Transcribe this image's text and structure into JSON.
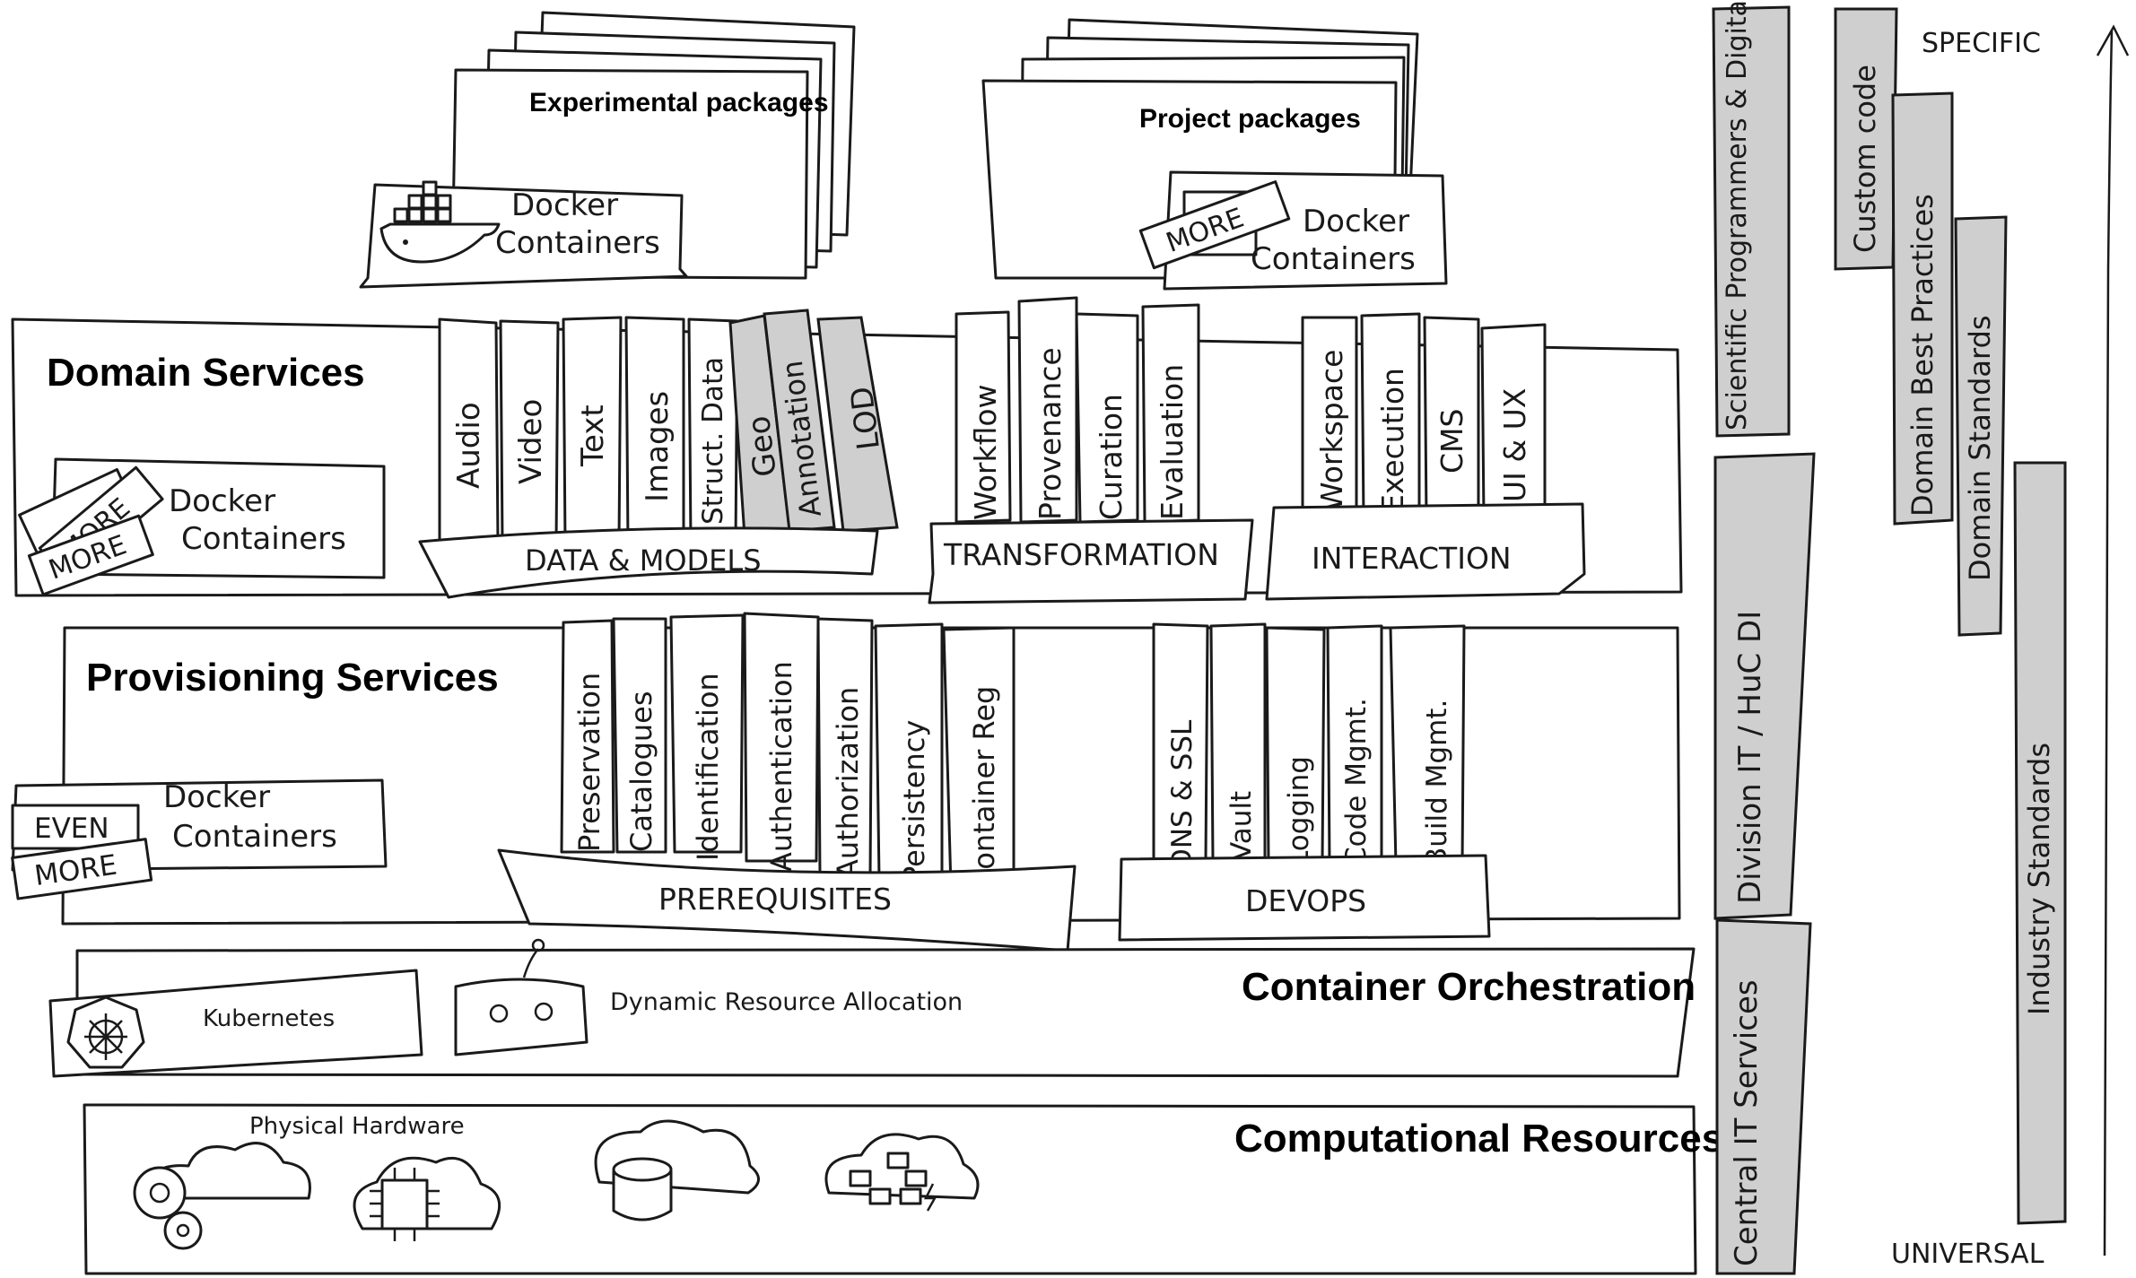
{
  "packages": {
    "experimental": "Experimental packages",
    "project": "Project packages",
    "docker_line1": "Docker",
    "docker_line2": "Containers",
    "more": "MORE",
    "even": "EVEN"
  },
  "domain_services": {
    "title": "Domain Services",
    "data_models": {
      "label": "DATA & MODELS",
      "items": [
        "Audio",
        "Video",
        "Text",
        "Images",
        "Struct. Data",
        "Geo",
        "Annotation",
        "LOD"
      ]
    },
    "transformation": {
      "label": "TRANSFORMATION",
      "items": [
        "Workflow",
        "Provenance",
        "Curation",
        "Evaluation"
      ]
    },
    "interaction": {
      "label": "INTERACTION",
      "items": [
        "Workspace",
        "Execution",
        "CMS",
        "UI & UX"
      ]
    }
  },
  "provisioning_services": {
    "title": "Provisioning Services",
    "prerequisites": {
      "label": "PREREQUISITES",
      "items": [
        "Preservation",
        "Catalogues",
        "Identification",
        "Authentication",
        "Authorization",
        "Persistency",
        "Container Reg"
      ]
    },
    "devops": {
      "label": "DEVOPS",
      "items": [
        "DNS & SSL",
        "Vault",
        "Logging",
        "Code Mgmt.",
        "Build Mgmt."
      ]
    }
  },
  "container_orchestration": {
    "title": "Container Orchestration",
    "kubernetes": "Kubernetes",
    "dynamic": "Dynamic Resource Allocation"
  },
  "computational_resources": {
    "title": "Computational Resources",
    "physical": "Physical Hardware"
  },
  "responsibility": {
    "scholars": "Scientific Programmers & Digital Humanities Scholars",
    "division": "Division IT / HuC DI",
    "central": "Central IT Services",
    "custom_code": "Custom code",
    "best_practices": "Domain Best Practices",
    "domain_standards": "Domain Standards",
    "industry_standards": "Industry Standards"
  },
  "axis": {
    "top": "SPECIFIC",
    "bottom": "UNIVERSAL"
  },
  "colors": {
    "ink": "#1a1a1a",
    "shade": "#cfcfcf",
    "paper": "#ffffff"
  }
}
